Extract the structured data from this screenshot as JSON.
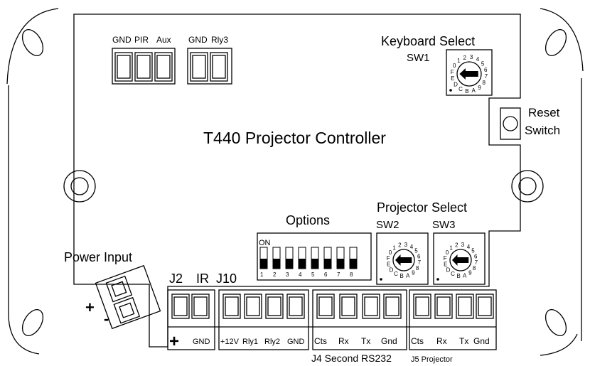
{
  "title": "T440 Projector Controller",
  "connectors": {
    "top_left_labels": [
      "GND",
      "PIR",
      "Aux"
    ],
    "top_mid_labels": [
      "GND",
      "Rly3"
    ],
    "j2_label": "J2",
    "ir_label": "IR",
    "j10_label": "J10",
    "ir_pins": [
      "+",
      "GND"
    ],
    "j10_pins": [
      "+12V",
      "Rly1",
      "Rly2",
      "GND"
    ],
    "j4_pins": [
      "Cts",
      "Rx",
      "Tx",
      "Gnd"
    ],
    "j5_pins": [
      "Cts",
      "Rx",
      "Tx",
      "Gnd"
    ],
    "j4_caption": "J4 Second RS232",
    "j5_caption": "J5 Projector"
  },
  "power": {
    "label": "Power Input",
    "plus": "+",
    "minus": "-"
  },
  "keyboard_select": {
    "label": "Keyboard Select",
    "switch": "SW1",
    "dial_chars": "0123456789ABCDEF"
  },
  "reset": {
    "line1": "Reset",
    "line2": "Switch"
  },
  "options": {
    "label": "Options",
    "on_label": "ON",
    "switch_numbers": [
      "1",
      "2",
      "3",
      "4",
      "5",
      "6",
      "7",
      "8"
    ]
  },
  "projector_select": {
    "label": "Projector Select",
    "sw2": "SW2",
    "sw3": "SW3"
  }
}
